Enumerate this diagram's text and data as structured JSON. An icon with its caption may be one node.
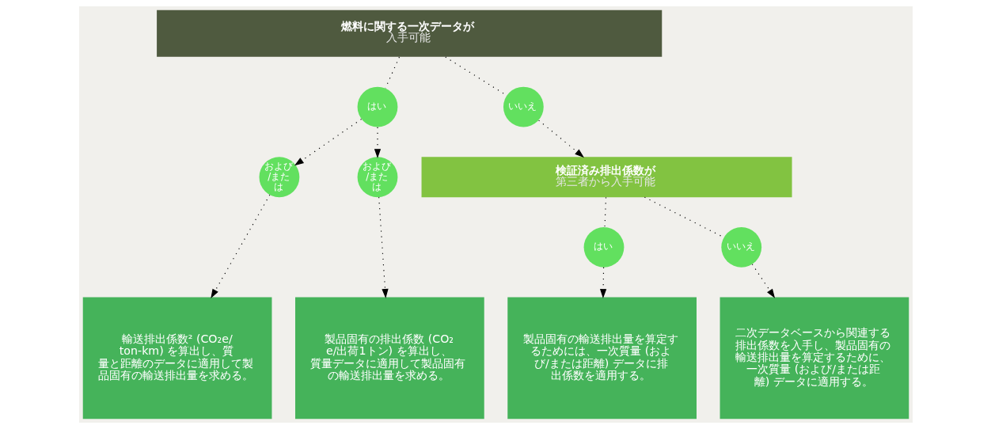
{
  "diagram": {
    "nodes": [
      {
        "text": [
          "燃料に関する一次データが",
          "入手可能"
        ]
      },
      {
        "text": [
          "はい"
        ]
      },
      {
        "text": [
          "いいえ"
        ]
      },
      {
        "text": [
          "および/または"
        ]
      },
      {
        "text": [
          "および/または"
        ]
      },
      {
        "text": [
          "輸送排出係数² (CO₂e/ton-km) を算出し、質量と距離のデータに適用して製品固有の輸送排出量を求める。"
        ]
      },
      {
        "text": [
          "製品固有の排出係数 (CO₂e/出荷1トン) を算出し、質量データに適用して製品固有の輸送排出量を求める。"
        ]
      },
      {
        "text": [
          "検証済み排出係数が",
          "第三者から入手可能"
        ]
      },
      {
        "text": [
          "はい"
        ]
      },
      {
        "text": [
          "いいえ"
        ]
      },
      {
        "text": [
          "製品固有の輸送排出量を算定するためには、一次質量 (および/または距離) データに排出係数を適用する。"
        ]
      },
      {
        "text": [
          "二次データベースから関連する排出係数を入手し、製品固有の輸送排出量を算定するために、一次質量 (および/または距離) データに適用する。"
        ]
      }
    ],
    "edges": [
      {
        "from": 0,
        "to": 1,
        "arrow": "none",
        "style": "dashed"
      },
      {
        "from": 0,
        "to": 2,
        "arrow": "none",
        "style": "dashed"
      },
      {
        "from": 1,
        "to": 3,
        "arrow": "to",
        "style": "dashed"
      },
      {
        "from": 1,
        "to": 4,
        "arrow": "to",
        "style": "dashed"
      },
      {
        "from": 3,
        "to": 5,
        "arrow": "to",
        "style": "dashed"
      },
      {
        "from": 4,
        "to": 6,
        "arrow": "to",
        "style": "dashed"
      },
      {
        "from": 2,
        "to": 7,
        "arrow": "to",
        "style": "dashed"
      },
      {
        "from": 7,
        "to": 8,
        "arrow": "none",
        "style": "dashed"
      },
      {
        "from": 7,
        "to": 9,
        "arrow": "none",
        "style": "dashed"
      },
      {
        "from": 8,
        "to": 10,
        "arrow": "to",
        "style": "dashed"
      },
      {
        "from": 9,
        "to": 11,
        "arrow": "to",
        "style": "dashed"
      }
    ]
  }
}
